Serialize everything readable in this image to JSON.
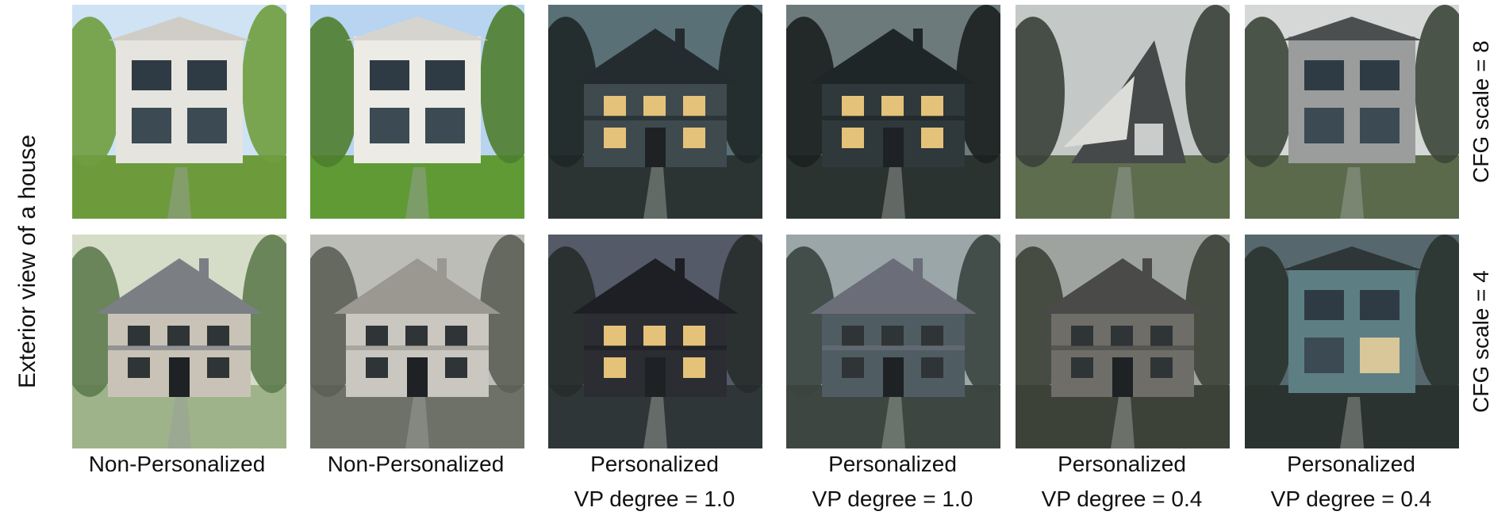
{
  "row_label": "Exterior view of a house",
  "row_scales": [
    "CFG scale = 8",
    "CFG scale = 4"
  ],
  "columns": [
    {
      "title": "Non-Personalized",
      "subtitle": ""
    },
    {
      "title": "Non-Personalized",
      "subtitle": ""
    },
    {
      "title": "Personalized",
      "subtitle": "VP degree = 1.0"
    },
    {
      "title": "Personalized",
      "subtitle": "VP degree = 1.0"
    },
    {
      "title": "Personalized",
      "subtitle": "VP degree = 0.4"
    },
    {
      "title": "Personalized",
      "subtitle": "VP degree = 0.4"
    }
  ],
  "images": [
    {
      "row": 0,
      "col": 0,
      "style": "modern-white-sunny",
      "sky": "#cfe3f5",
      "ground": "#6d9b3c",
      "house": "#e6e4de",
      "roof": "#cfcdc6",
      "tree": "#6f9d3f"
    },
    {
      "row": 0,
      "col": 1,
      "style": "modern-white-sunny",
      "sky": "#b8d4f0",
      "ground": "#5f9a35",
      "house": "#ecebe6",
      "roof": "#d6d4ce",
      "tree": "#4f7e2e"
    },
    {
      "row": 0,
      "col": 2,
      "style": "victorian-dark",
      "sky": "#5a7077",
      "ground": "#2b3433",
      "house": "#3e4a4e",
      "roof": "#252c30",
      "tree": "#1f2726"
    },
    {
      "row": 0,
      "col": 3,
      "style": "victorian-dark",
      "sky": "#6d7a7c",
      "ground": "#2a3330",
      "house": "#2f383a",
      "roof": "#1f2628",
      "tree": "#1a201f"
    },
    {
      "row": 0,
      "col": 4,
      "style": "aframe-grey",
      "sky": "#c4c8c6",
      "ground": "#5f6d4f",
      "house": "#45494a",
      "roof": "#dcdcd8",
      "tree": "#3a403a"
    },
    {
      "row": 0,
      "col": 5,
      "style": "modern-grey",
      "sky": "#d5d8d6",
      "ground": "#5a6a4a",
      "house": "#9a9d9c",
      "roof": "#4b4f50",
      "tree": "#3c4638"
    },
    {
      "row": 1,
      "col": 0,
      "style": "painted-mansion",
      "sky": "#d5dcc8",
      "ground": "#9fb38a",
      "house": "#c8c3b6",
      "roof": "#7b7f84",
      "tree": "#5d7b4c"
    },
    {
      "row": 1,
      "col": 1,
      "style": "overgrown-cottage",
      "sky": "#bdbdb8",
      "ground": "#6e7168",
      "house": "#c9c7c0",
      "roof": "#9a9891",
      "tree": "#5b5f56"
    },
    {
      "row": 1,
      "col": 2,
      "style": "victorian-dark",
      "sky": "#545a68",
      "ground": "#2f3638",
      "house": "#2b2d33",
      "roof": "#1d1f24",
      "tree": "#272c2b"
    },
    {
      "row": 1,
      "col": 3,
      "style": "bungalow-dusk",
      "sky": "#9aa6a8",
      "ground": "#3d4641",
      "house": "#4f5d63",
      "roof": "#6b6d78",
      "tree": "#3a4540"
    },
    {
      "row": 1,
      "col": 4,
      "style": "old-mansion",
      "sky": "#9ea3a0",
      "ground": "#3d4239",
      "house": "#6e6d68",
      "roof": "#4a4b48",
      "tree": "#3c4336"
    },
    {
      "row": 1,
      "col": 5,
      "style": "teal-modern",
      "sky": "#56686e",
      "ground": "#2b3331",
      "house": "#5d7f84",
      "roof": "#2e3638",
      "tree": "#2a3430"
    }
  ]
}
